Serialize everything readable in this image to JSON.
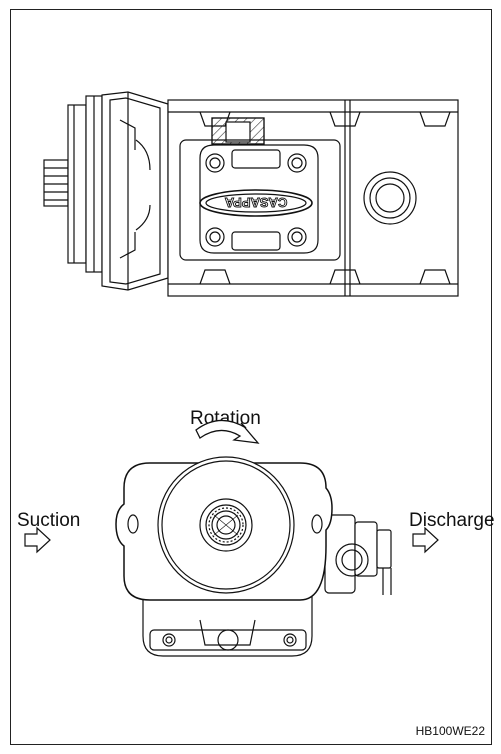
{
  "labels": {
    "rotation": "Rotation",
    "suction": "Suction",
    "discharge": "Discharge",
    "figure_code": "HB100WE22",
    "brand_cast": "CASAPPA"
  },
  "colors": {
    "line": "#111111",
    "hatch": "#333333",
    "background": "#ffffff"
  }
}
